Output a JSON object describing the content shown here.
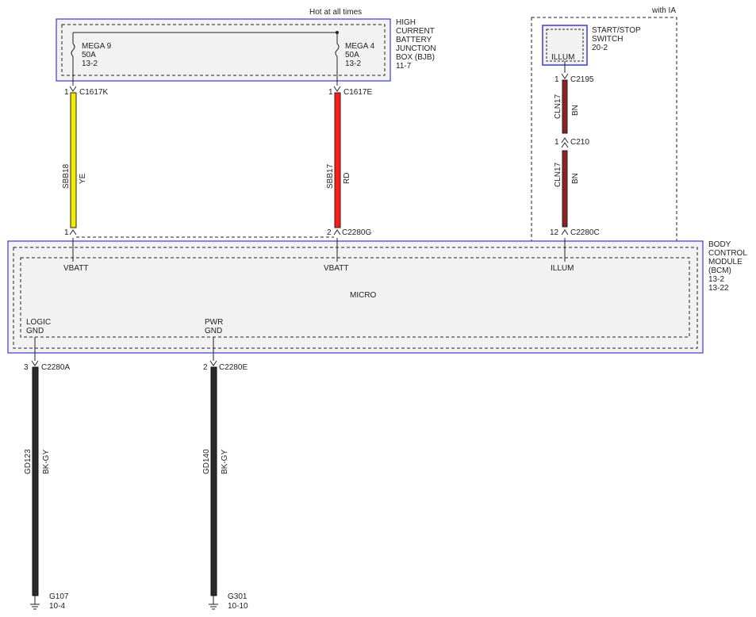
{
  "header": {
    "hot": "Hot at all times",
    "with_ia": "with IA"
  },
  "bjb": {
    "label": [
      "HIGH",
      "CURRENT",
      "BATTERY",
      "JUNCTION",
      "BOX (BJB)",
      "11-7"
    ],
    "fuses": [
      {
        "name": "MEGA 9",
        "rating": "50A",
        "ref": "13-2"
      },
      {
        "name": "MEGA 4",
        "rating": "50A",
        "ref": "13-2"
      }
    ]
  },
  "switch": {
    "label": [
      "START/STOP",
      "SWITCH",
      "20-2"
    ],
    "pin": "ILLUM"
  },
  "bcm": {
    "label": [
      "BODY",
      "CONTROL",
      "MODULE",
      "(BCM)",
      "13-2",
      "13-22"
    ],
    "micro": "MICRO",
    "pins": {
      "vbatt1": "VBATT",
      "vbatt2": "VBATT",
      "illum": "ILLUM",
      "logic": [
        "LOGIC",
        "GND"
      ],
      "pwr": [
        "PWR",
        "GND"
      ]
    }
  },
  "connectors": {
    "c1617k": {
      "pin": "1",
      "name": "C1617K"
    },
    "c1617e": {
      "pin": "1",
      "name": "C1617E"
    },
    "c2195": {
      "pin": "1",
      "name": "C2195"
    },
    "c210": {
      "pin": "1",
      "name": "C210"
    },
    "c2280k_pin": "1",
    "c2280g": {
      "pin": "2",
      "name": "C2280G"
    },
    "c2280c": {
      "pin": "12",
      "name": "C2280C"
    },
    "c2280a": {
      "pin": "3",
      "name": "C2280A"
    },
    "c2280e": {
      "pin": "2",
      "name": "C2280E"
    }
  },
  "wires": {
    "sbb18": {
      "circuit": "SBB18",
      "color": "YE",
      "hex": "#f2ea00"
    },
    "sbb17": {
      "circuit": "SBB17",
      "color": "RD",
      "hex": "#ff1a1a"
    },
    "cln17a": {
      "circuit": "CLN17",
      "color": "BN",
      "hex": "#8b2323"
    },
    "cln17b": {
      "circuit": "CLN17",
      "color": "BN",
      "hex": "#8b2323"
    },
    "gd123": {
      "circuit": "GD123",
      "color": "BK-GY",
      "hex": "#2b2b2b"
    },
    "gd140": {
      "circuit": "GD140",
      "color": "BK-GY",
      "hex": "#2b2b2b"
    }
  },
  "grounds": [
    {
      "name": "G107",
      "ref": "10-4"
    },
    {
      "name": "G301",
      "ref": "10-10"
    }
  ],
  "colors": {
    "module_border": "#3b3bd6",
    "module_fill": "#f2f2f2"
  }
}
